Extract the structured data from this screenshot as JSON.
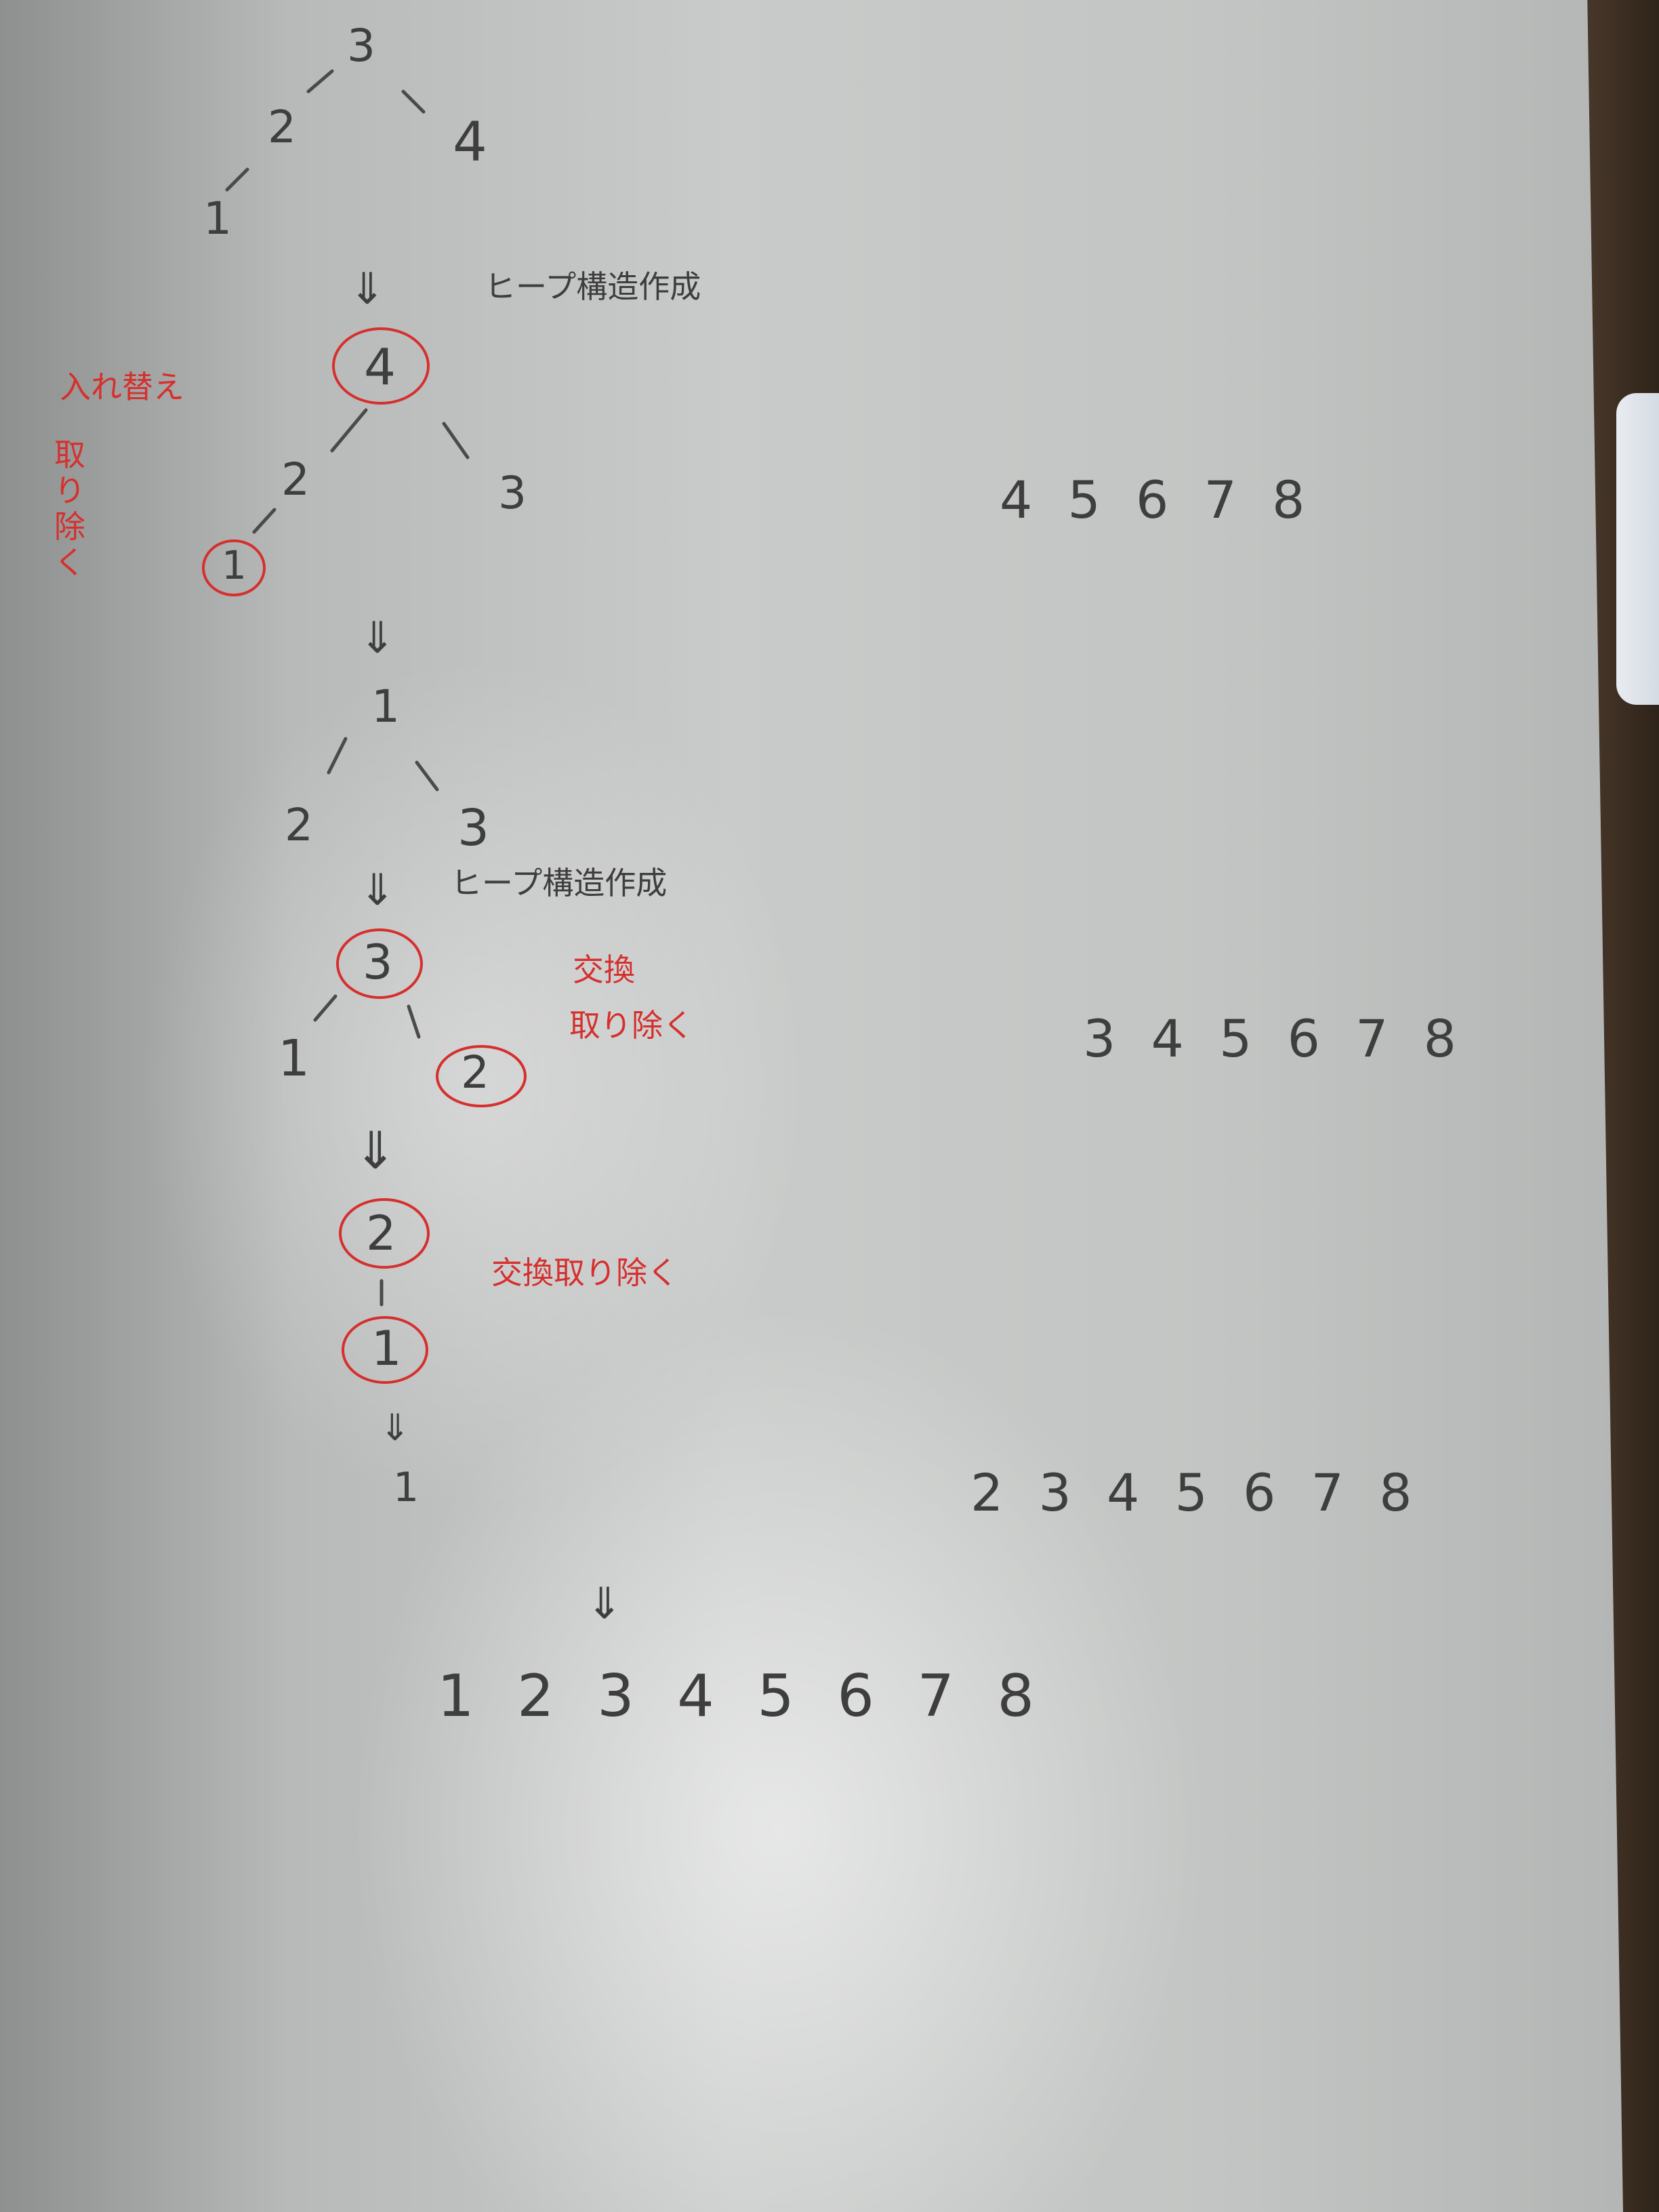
{
  "colors": {
    "pencil": "#3e3e3e",
    "red_pen": "#d5302e",
    "paper": "#c5c7c6"
  },
  "tree1": {
    "root": "3",
    "left": "2",
    "right": "4",
    "left_left": "1"
  },
  "arrows": {
    "symbol": "⇓"
  },
  "heap_label_1": "ヒープ構造作成",
  "tree2": {
    "root": "4",
    "left": "2",
    "right": "3",
    "left_left": "1"
  },
  "note_swap_1": "入れ替え",
  "note_remove_1": "取り除く",
  "seq_1": "4 5 6 7 8",
  "tree3": {
    "root": "1",
    "left": "2",
    "right": "3"
  },
  "heap_label_2": "ヒープ構造作成",
  "tree4": {
    "root": "3",
    "left": "1",
    "right": "2"
  },
  "note_swap_2": "交換",
  "note_remove_2": "取り除く",
  "seq_2": "3 4 5 6 7 8",
  "tree5": {
    "root": "2",
    "child": "1"
  },
  "note_swap_remove": "交換取り除く",
  "tree6": {
    "root": "1"
  },
  "seq_3": "2 3 4 5 6 7 8",
  "seq_final": "1 2 3  4 5 6 7 8"
}
